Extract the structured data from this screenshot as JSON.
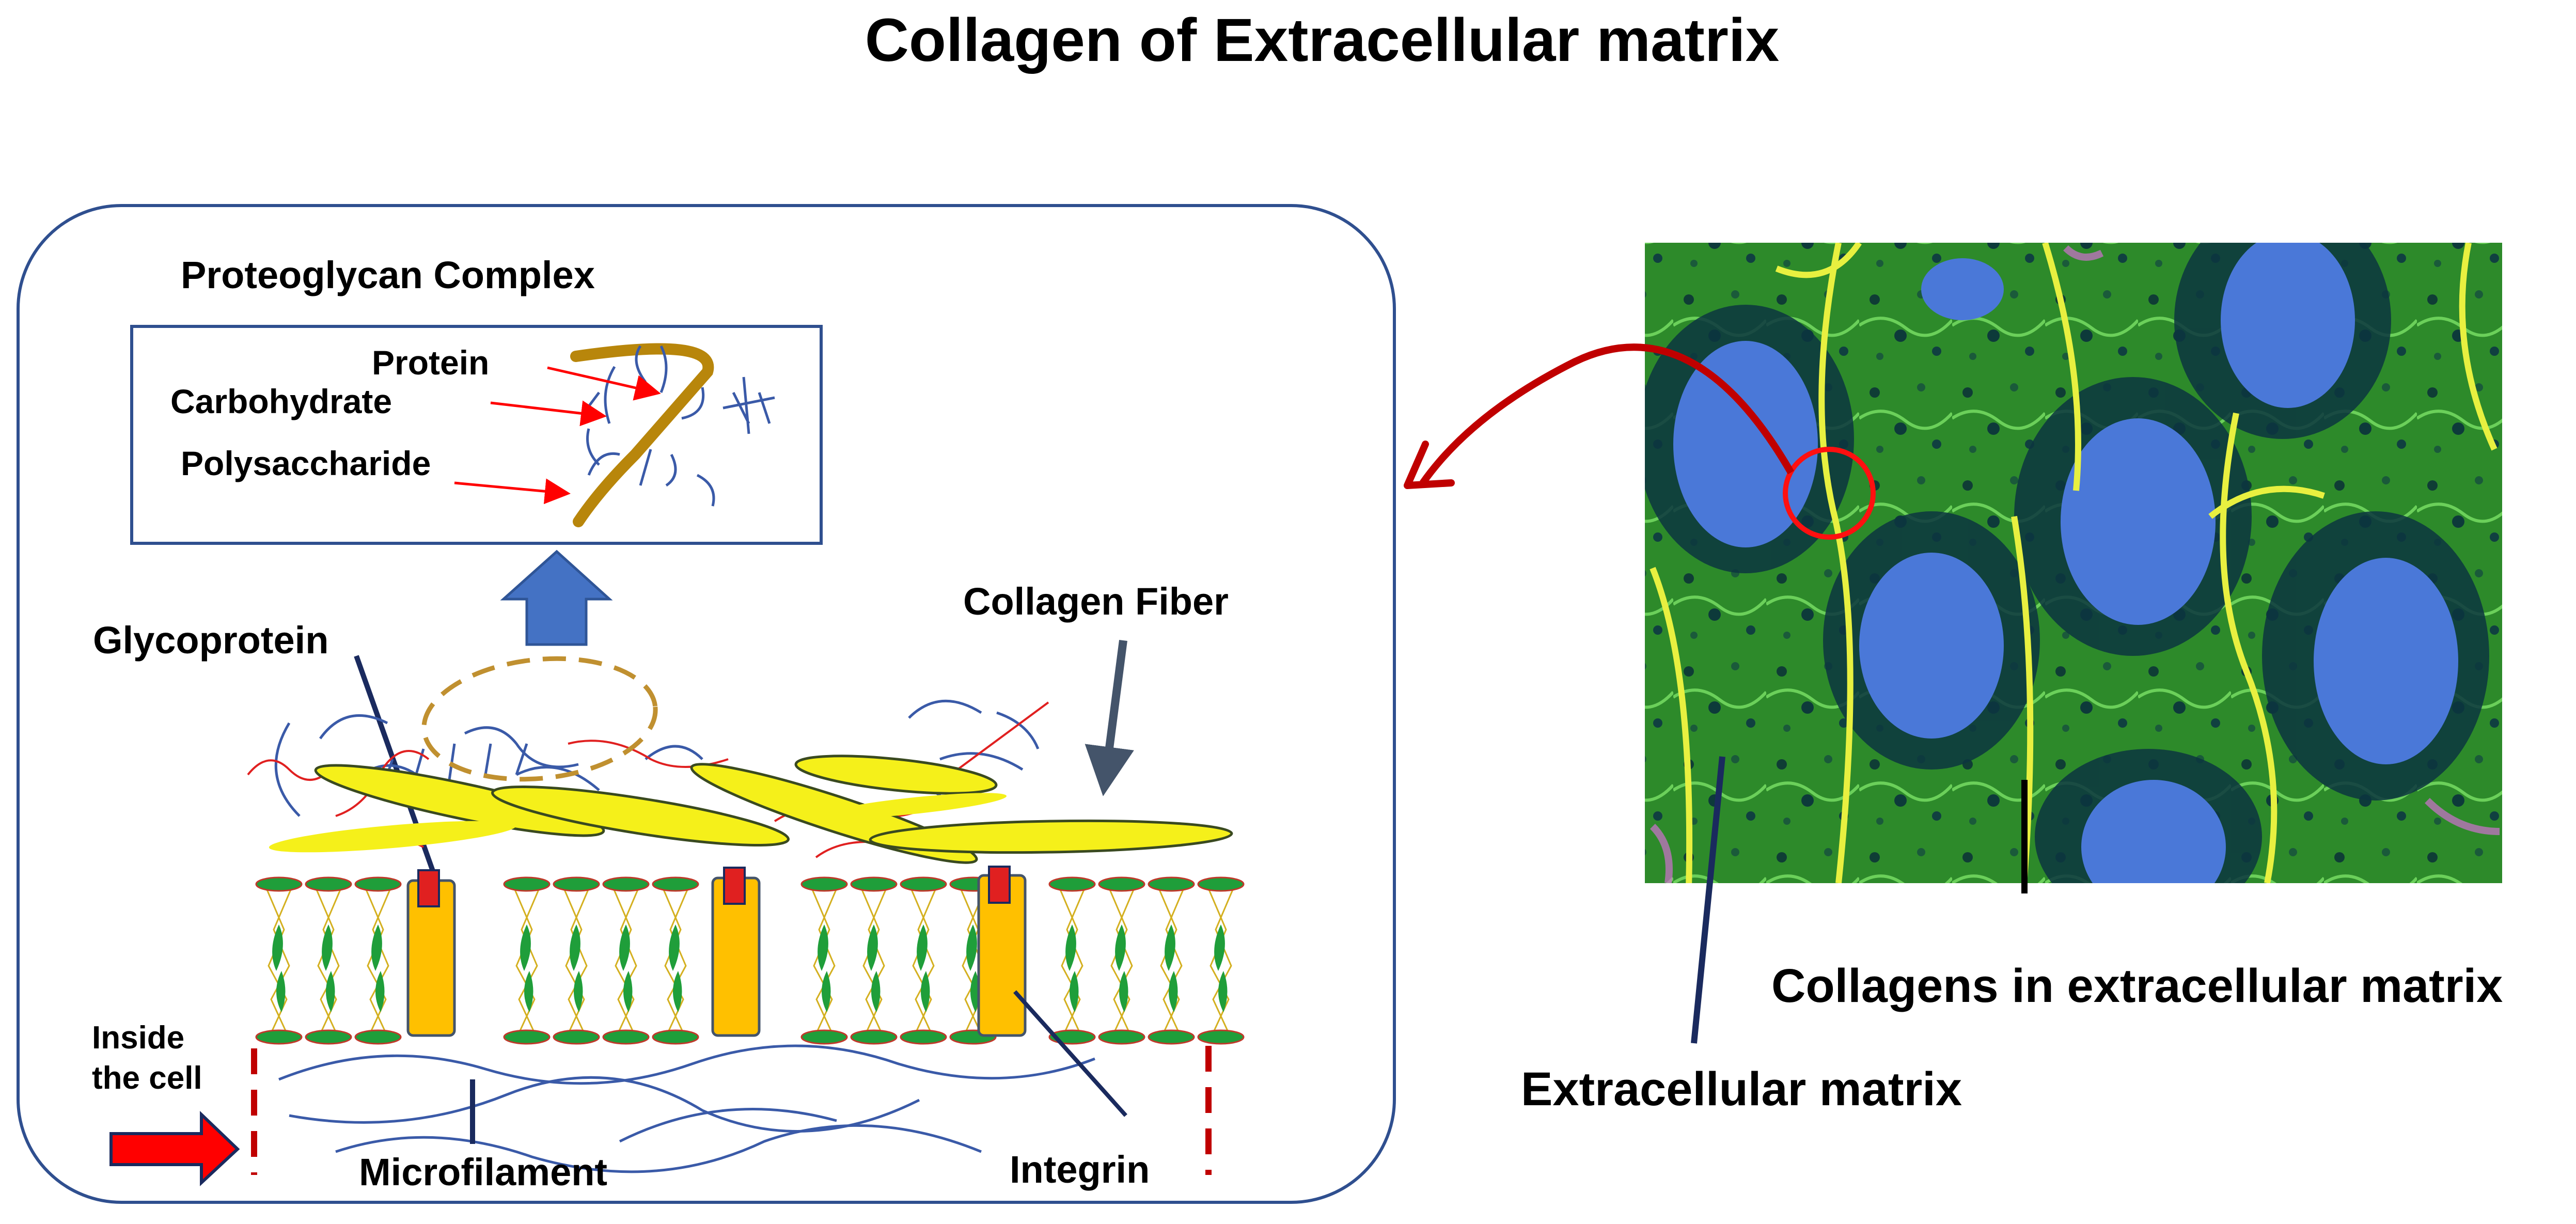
{
  "title": "Collagen of Extracellular matrix",
  "diagram": {
    "proteoglycan_heading": "Proteoglycan Complex",
    "protein_label": "Protein",
    "carbohydrate_label": "Carbohydrate",
    "polysaccharide_label": "Polysaccharide",
    "glycoprotein_label": "Glycoprotein",
    "collagen_fiber_label": "Collagen Fiber",
    "inside_cell_line1": "Inside",
    "inside_cell_line2": "the cell",
    "microfilament_label": "Microfilament",
    "integrin_label": "Integrin"
  },
  "micrograph": {
    "collagens_label": "Collagens in extracellular matrix",
    "ecm_label": "Extracellular matrix"
  },
  "colors": {
    "frame": "#2f4f8f",
    "membrane_green": "#1f9e3a",
    "integrin": "#ffc000",
    "collagen": "#f5f01a",
    "glyco_red": "#e02020",
    "arrow_blue": "#4472c4",
    "curve_red": "#c00000",
    "nucleus": "#4a78d8",
    "navy": "#1a2a5e"
  }
}
